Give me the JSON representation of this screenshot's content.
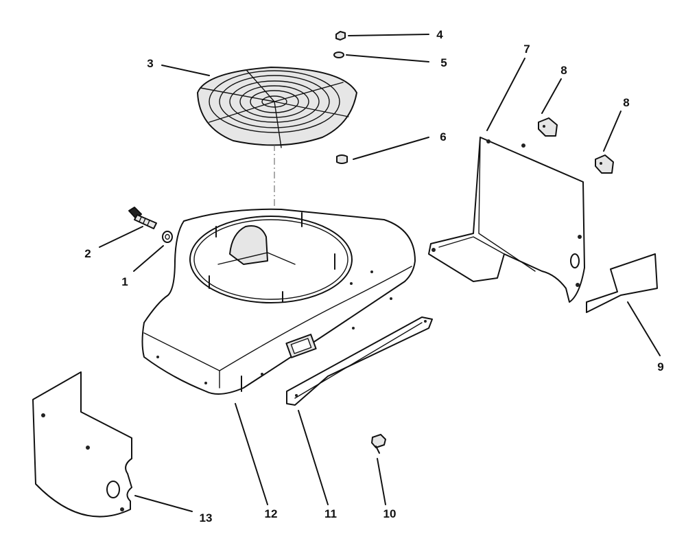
{
  "diagram": {
    "callouts": [
      {
        "id": "c1",
        "label": "1"
      },
      {
        "id": "c2",
        "label": "2"
      },
      {
        "id": "c3",
        "label": "3"
      },
      {
        "id": "c4",
        "label": "4"
      },
      {
        "id": "c5",
        "label": "5"
      },
      {
        "id": "c6",
        "label": "6"
      },
      {
        "id": "c7",
        "label": "7"
      },
      {
        "id": "c8a",
        "label": "8"
      },
      {
        "id": "c8b",
        "label": "8"
      },
      {
        "id": "c9",
        "label": "9"
      },
      {
        "id": "c10",
        "label": "10"
      },
      {
        "id": "c11",
        "label": "11"
      },
      {
        "id": "c12",
        "label": "12"
      },
      {
        "id": "c13",
        "label": "13"
      }
    ]
  }
}
